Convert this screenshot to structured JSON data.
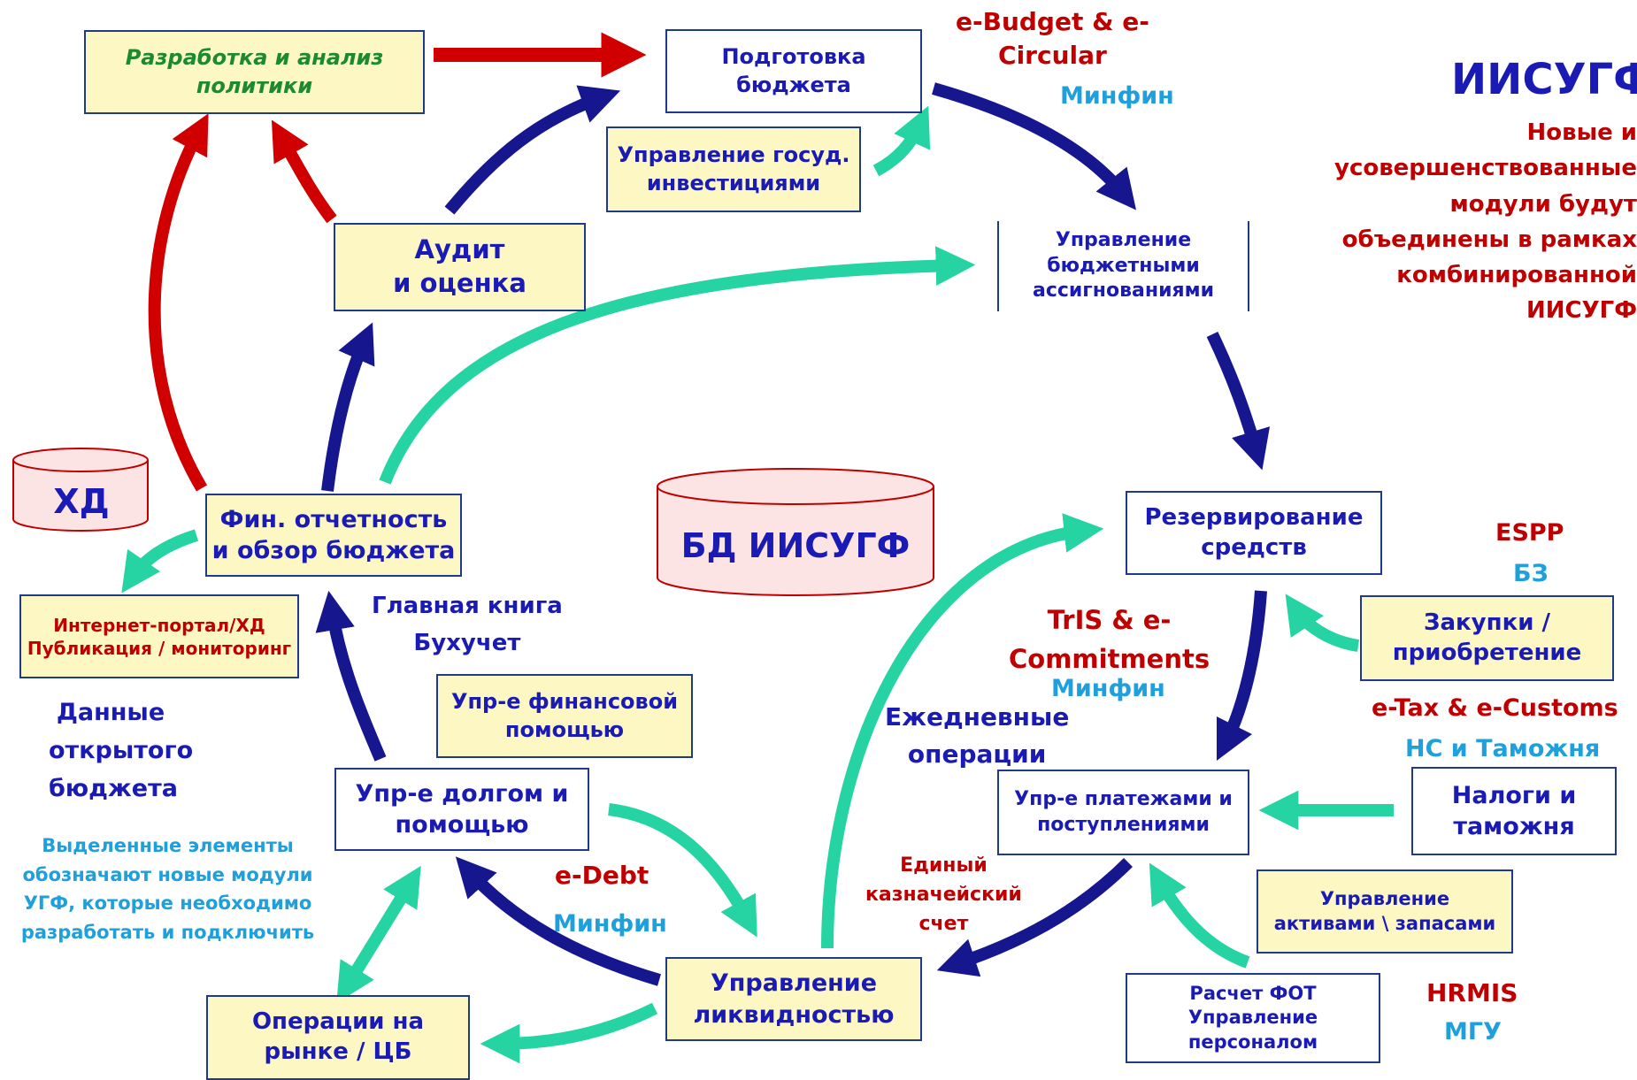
{
  "title": "ИИСУГФ",
  "subtitle_lines": [
    "Новые и",
    "усовершенствованные",
    "модули будут",
    "объединены в рамках",
    "комбинированной",
    "ИИСУГФ"
  ],
  "boxes": {
    "policy": [
      "Разработка и анализ",
      "политики"
    ],
    "budget_prep": [
      "Подготовка",
      "бюджета"
    ],
    "invest": [
      "Управление госуд.",
      "инвестициями"
    ],
    "audit": [
      "Аудит",
      "и оценка"
    ],
    "allocations": [
      "Управление",
      "бюджетными",
      "ассигнованиями"
    ],
    "fin_report": [
      "Фин. отчетность",
      "и обзор бюджета"
    ],
    "portal": [
      "Интернет-портал/ХД",
      "Публикация / мониторинг"
    ],
    "reservation": [
      "Резервирование",
      "средств"
    ],
    "procurement": [
      "Закупки /",
      "приобретение"
    ],
    "fin_aid": [
      "Упр-е финансовой",
      "помощью"
    ],
    "debt": [
      "Упр-е долгом и",
      "помощью"
    ],
    "payments": [
      "Упр-е платежами и",
      "поступлениями"
    ],
    "taxes": [
      "Налоги и",
      "таможня"
    ],
    "assets": [
      "Управление",
      "активами \\ запасами"
    ],
    "liquidity": [
      "Управление",
      "ликвидностью"
    ],
    "market": [
      "Операции на",
      "рынке / ЦБ"
    ],
    "payroll": [
      "Расчет ФОТ",
      "Управление",
      "персоналом"
    ]
  },
  "databases": {
    "hd": "ХД",
    "main": "БД ИИСУГФ"
  },
  "labels": {
    "ebudget": [
      "e-Budget & e-",
      "Circular"
    ],
    "ebudget_org": "Минфин",
    "espp": "ESPP",
    "espp_org": "БЗ",
    "tris": [
      "TrIS & e-",
      "Commitments"
    ],
    "tris_org": "Минфин",
    "etax": "e-Tax & e-Customs",
    "etax_org": "НС и Таможня",
    "edebt": "e-Debt",
    "edebt_org": "Минфин",
    "hrmis": "HRMIS",
    "hrmis_org": "МГУ",
    "ledger": [
      "Главная книга",
      "Бухучет"
    ],
    "open_budget": [
      "Данные",
      "открытого",
      "бюджета"
    ],
    "daily_ops": [
      "Ежедневные",
      "операции"
    ],
    "tsa": [
      "Единый",
      "казначейский",
      "счет"
    ],
    "note": [
      "Выделенные элементы",
      "обозначают новые модули",
      "УГФ, которые необходимо",
      "разработать и подключить"
    ]
  },
  "colors": {
    "navy": "#16168f",
    "red": "#d00000",
    "teal": "#26d3a2",
    "box_yellow": "#fcf7c3"
  }
}
